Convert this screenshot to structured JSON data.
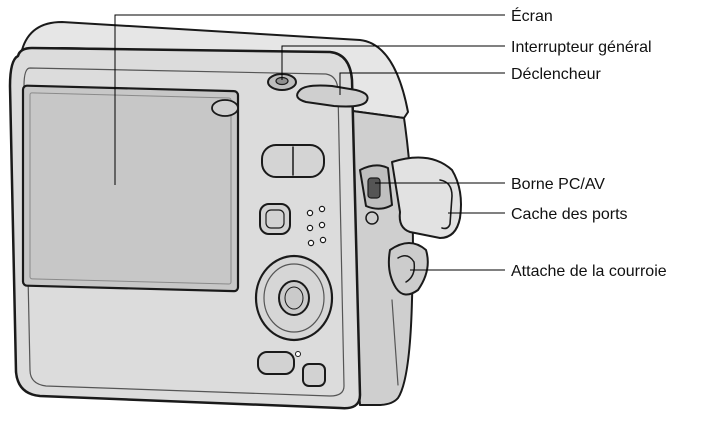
{
  "labels": {
    "screen": "Écran",
    "power_switch": "Interrupteur général",
    "shutter": "Déclencheur",
    "pc_av_terminal": "Borne PC/AV",
    "port_cover": "Cache des ports",
    "strap_lug": "Attache de la courroie"
  },
  "colors": {
    "body": "#d9d9d9",
    "body_dark": "#9a9a9a",
    "outline": "#1a1a1a",
    "leader": "#000000",
    "screen": "#c7c7c7"
  }
}
